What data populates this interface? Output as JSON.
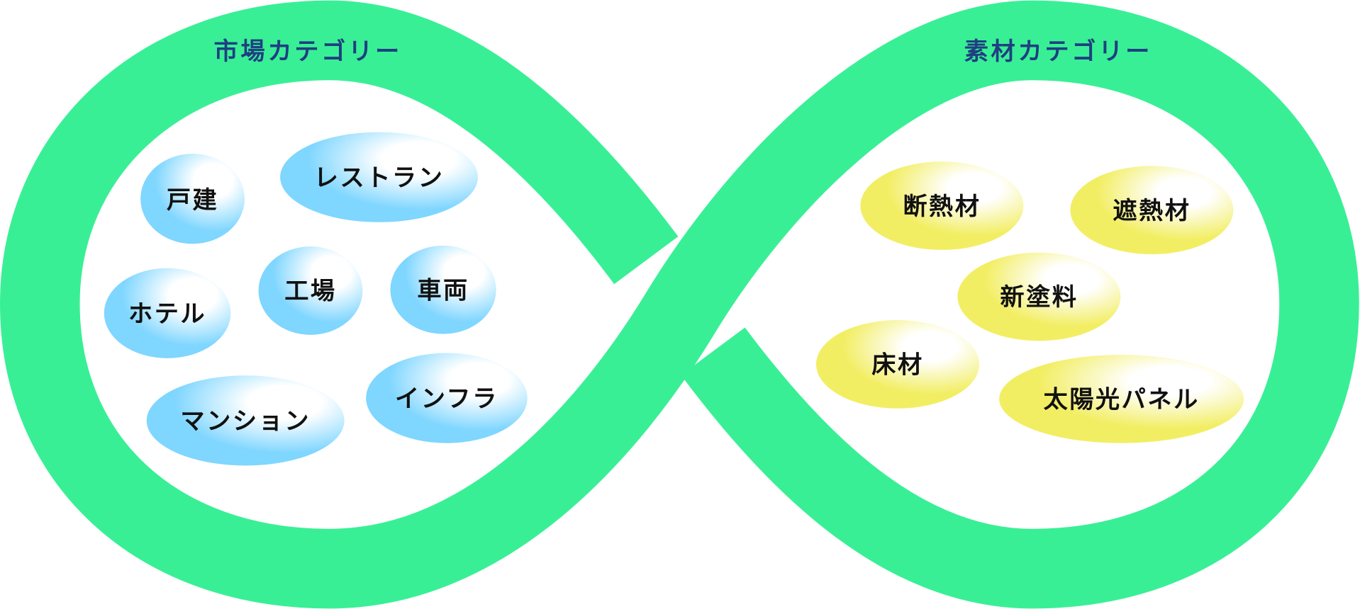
{
  "colors": {
    "band": "#39ef96",
    "title": "#1f3f80",
    "market_bubble": "#7fd6ff",
    "material_bubble": "#f2ee63"
  },
  "market": {
    "title": "市場カテゴリー",
    "items": [
      "戸建",
      "レストラン",
      "ホテル",
      "工場",
      "車両",
      "マンション",
      "インフラ"
    ]
  },
  "material": {
    "title": "素材カテゴリー",
    "items": [
      "断熱材",
      "遮熱材",
      "新塗料",
      "床材",
      "太陽光パネル"
    ]
  }
}
